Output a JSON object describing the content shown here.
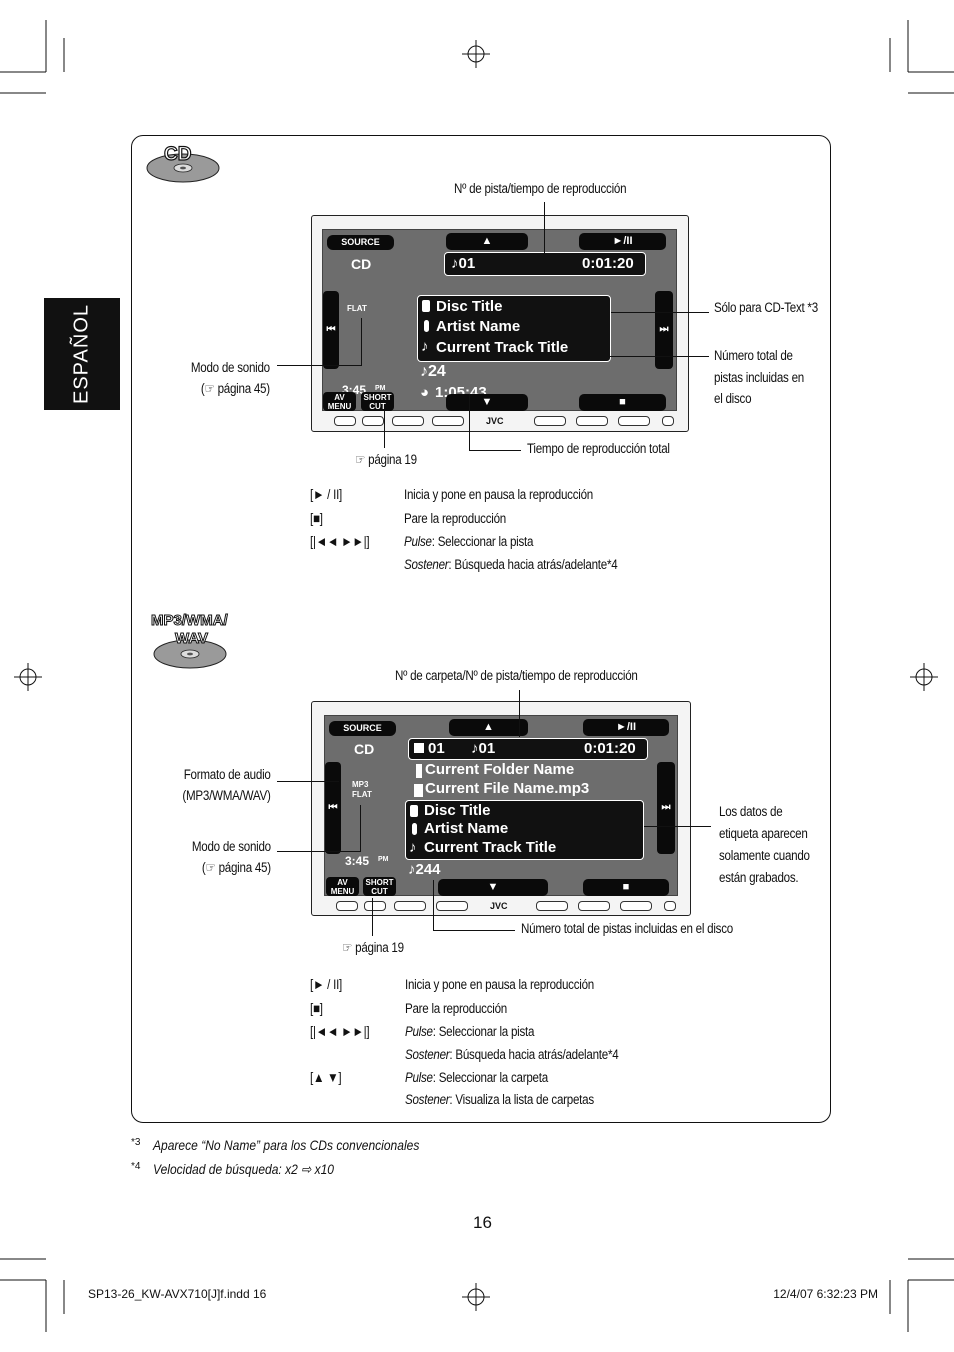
{
  "sidebar": {
    "language": "ESPAÑOL"
  },
  "cd_section": {
    "disc_label": "CD",
    "callout_top": "Nº de pista/tiempo de reproducción",
    "callout_cdtext": "Sólo para CD-Text *3",
    "callout_total_tracks": [
      "Número total de",
      "pistas incluidas en",
      "el disco"
    ],
    "callout_sound_mode": [
      "Modo de sonido",
      "(☞ página 45)"
    ],
    "callout_total_time": "Tiempo de reproducción total",
    "callout_page": "☞ página 19",
    "screen": {
      "source_btn": "SOURCE",
      "mode": "CD",
      "up": "▲",
      "play": "►/II",
      "track": "♪01",
      "time": "0:01:20",
      "disc_title": "Disc Title",
      "artist": "Artist Name",
      "track_title": "Current Track Title",
      "sound": "FLAT",
      "total_tracks": "♪24",
      "total_time": "1:05:43",
      "clock": "3:45",
      "ampm": "PM",
      "av_menu": [
        "AV",
        "MENU"
      ],
      "short_cut": [
        "SHORT",
        "CUT"
      ],
      "down": "▼",
      "stop": "■",
      "prev": "⏮",
      "next": "⏭",
      "brand": "JVC"
    },
    "controls": [
      {
        "key": "[► / II]",
        "desc": "Inicia y pone en pausa la reproducción"
      },
      {
        "key": "[■]",
        "desc": "Pare la reproducción"
      },
      {
        "key": "[|◄◄ ►►|]",
        "desc_em": "Pulse",
        "desc": ": Seleccionar la pista"
      },
      {
        "key": "",
        "desc_em": "Sostener",
        "desc": ": Búsqueda hacia atrás/adelante*4"
      }
    ]
  },
  "mp3_section": {
    "disc_label_1": "MP3/WMA/",
    "disc_label_2": "WAV",
    "callout_top": "Nº de carpeta/Nº de pista/tiempo de reproducción",
    "callout_format": [
      "Formato de audio",
      "(MP3/WMA/WAV)"
    ],
    "callout_sound_mode": [
      "Modo de sonido",
      "(☞ página 45)"
    ],
    "callout_tag": [
      "Los datos de",
      "etiqueta aparecen",
      "solamente cuando",
      "están grabados."
    ],
    "callout_total_tracks": "Número total de pistas incluidas en el disco",
    "callout_page": "☞ página 19",
    "screen": {
      "source_btn": "SOURCE",
      "mode": "CD",
      "up": "▲",
      "play": "►/II",
      "folder": "01",
      "track": "♪01",
      "time": "0:01:20",
      "folder_name": "Current Folder Name",
      "file_name": "Current File Name.mp3",
      "disc_title": "Disc Title",
      "artist": "Artist Name",
      "track_title": "Current Track Title",
      "format": "MP3",
      "sound": "FLAT",
      "total_tracks": "♪244",
      "clock": "3:45",
      "ampm": "PM",
      "av_menu": [
        "AV",
        "MENU"
      ],
      "short_cut": [
        "SHORT",
        "CUT"
      ],
      "down": "▼",
      "stop": "■",
      "prev": "⏮",
      "next": "⏭",
      "brand": "JVC"
    },
    "controls": [
      {
        "key": "[► / II]",
        "desc": "Inicia y pone en pausa la reproducción"
      },
      {
        "key": "[■]",
        "desc": "Pare la reproducción"
      },
      {
        "key": "[|◄◄ ►►|]",
        "desc_em": "Pulse",
        "desc": ": Seleccionar la pista"
      },
      {
        "key": "",
        "desc_em": "Sostener",
        "desc": ": Búsqueda hacia atrás/adelante*4"
      },
      {
        "key": "[▲ ▼]",
        "desc_em": "Pulse",
        "desc": ": Seleccionar la carpeta"
      },
      {
        "key": "",
        "desc_em": "Sostener",
        "desc": ": Visualiza la lista de carpetas"
      }
    ]
  },
  "footnotes": [
    {
      "mark": "*3",
      "text": "Aparece “No Name” para los CDs convencionales"
    },
    {
      "mark": "*4",
      "text": "Velocidad de búsqueda: x2 ⇨ x10"
    }
  ],
  "page_number": "16",
  "footer": {
    "file": "SP13-26_KW-AVX710[J]f.indd   16",
    "datetime": "12/4/07   6:32:23 PM"
  }
}
